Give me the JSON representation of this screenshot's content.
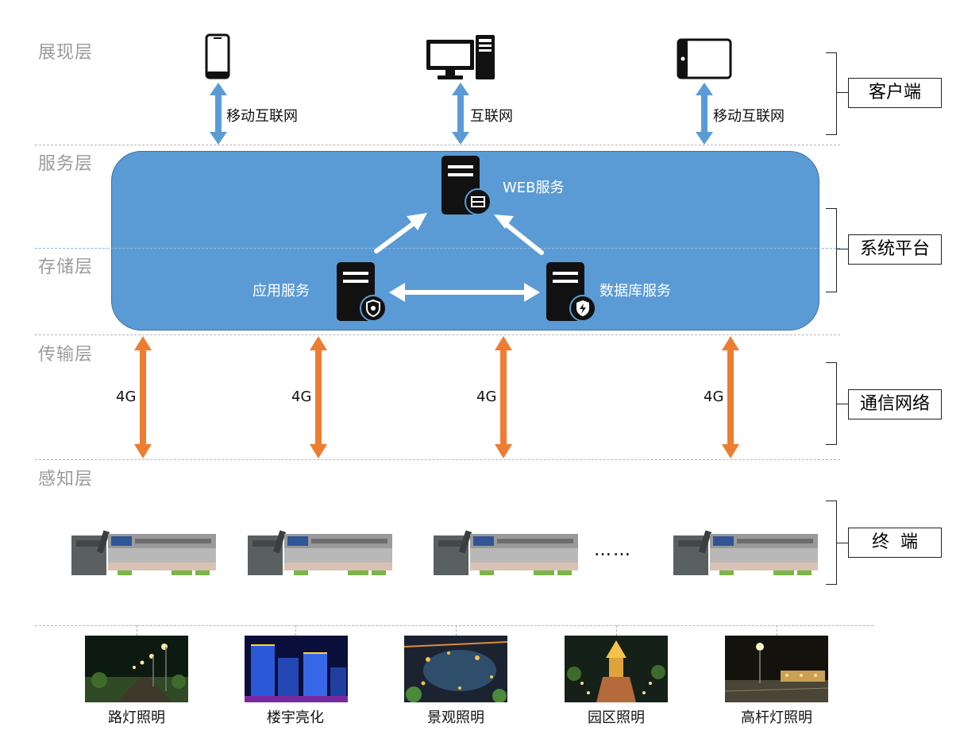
{
  "layers": {
    "presentation": "展现层",
    "service": "服务层",
    "storage": "存储层",
    "transport": "传输层",
    "perception": "感知层"
  },
  "side_boxes": {
    "client": "客户端",
    "platform": "系统平台",
    "network": "通信网络",
    "terminal": "终  端"
  },
  "client_links": {
    "phone": "移动互联网",
    "desktop": "互联网",
    "tablet": "移动互联网"
  },
  "services": {
    "web": "WEB服务",
    "app": "应用服务",
    "db": "数据库服务"
  },
  "network_links": [
    "4G",
    "4G",
    "4G",
    "4G"
  ],
  "ellipsis": "……",
  "applications": [
    "路灯照明",
    "楼宇亮化",
    "景观照明",
    "园区照明",
    "高杆灯照明"
  ],
  "icons": {
    "phone": "smartphone-icon",
    "desktop": "desktop-computer-icon",
    "tablet": "tablet-icon",
    "web_server": "web-server-icon",
    "app_server": "app-server-icon",
    "db_server": "database-server-icon",
    "controller": "lighting-controller-device-icon"
  },
  "colors": {
    "platform_fill": "#5b9bd5",
    "client_arrow": "#5b9bd5",
    "network_arrow": "#ed7d31",
    "layer_label": "#9b9b9b"
  }
}
